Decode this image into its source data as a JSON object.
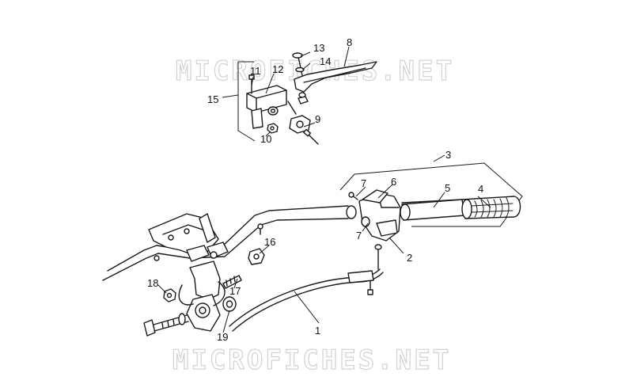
{
  "watermark": "MICROFICHES.NET",
  "colors": {
    "line": "#1a1a1a",
    "watermark": "#d2d2d2",
    "background": "#ffffff"
  },
  "callouts": {
    "c1": "1",
    "c2": "2",
    "c3": "3",
    "c4": "4",
    "c5": "5",
    "c6": "6",
    "c7a": "7",
    "c7b": "7",
    "c8": "8",
    "c9": "9",
    "c10": "10",
    "c11": "11",
    "c12": "12",
    "c13": "13",
    "c14": "14",
    "c15": "15",
    "c16": "16",
    "c17": "17",
    "c18": "18",
    "c19": "19"
  }
}
